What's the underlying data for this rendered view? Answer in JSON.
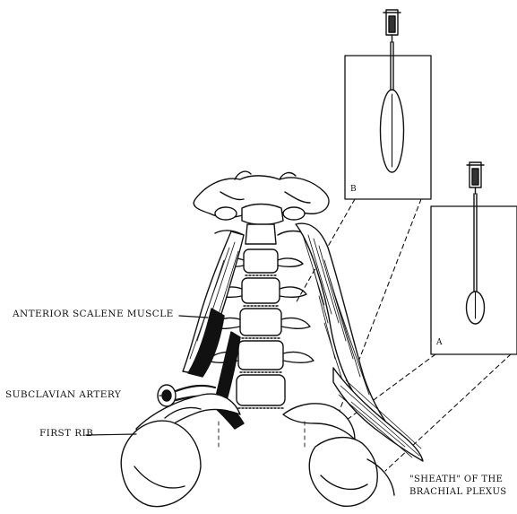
{
  "labels": {
    "anterior_scalene": "ANTERIOR SCALENE MUSCLE",
    "subclavian_artery": "SUBCLAVIAN ARTERY",
    "first_rib": "FIRST RIB",
    "sheath_line1": "\"SHEATH\" OF THE",
    "sheath_line2": "BRACHIAL PLEXUS"
  },
  "panels": {
    "b_letter": "B",
    "a_letter": "A"
  },
  "colors": {
    "ink": "#111111",
    "paper": "#ffffff"
  }
}
